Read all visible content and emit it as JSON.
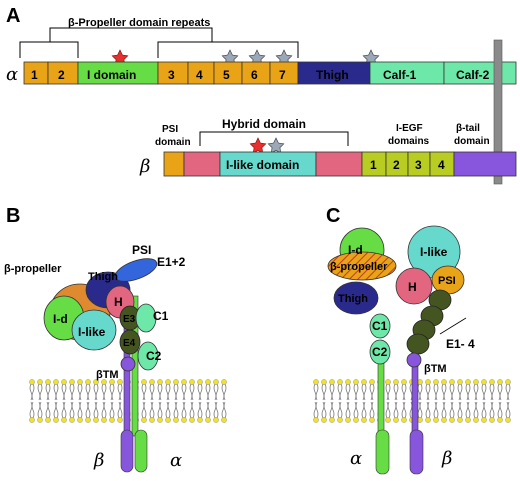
{
  "panels": {
    "a": "A",
    "b": "B",
    "c": "C"
  },
  "greek": {
    "alpha": "α",
    "beta": "β"
  },
  "panel_a": {
    "alpha_chain": {
      "bracket_label": "β-Propeller domain repeats",
      "segments": [
        "1",
        "2",
        "I domain",
        "3",
        "4",
        "5",
        "6",
        "7",
        "Thigh",
        "Calf-1",
        "Calf-2"
      ]
    },
    "beta_chain": {
      "psi_label_line1": "PSI",
      "psi_label_line2": "domain",
      "hybrid_label": "Hybrid domain",
      "iegf_label_line1": "I-EGF",
      "iegf_label_line2": "domains",
      "btail_label_line1": "β-tail",
      "btail_label_line2": "domain",
      "segments": [
        "I-like domain",
        "1",
        "2",
        "3",
        "4"
      ]
    }
  },
  "panel_b": {
    "labels": [
      "β-propeller",
      "Thigh",
      "PSI",
      "E1+2",
      "I-d",
      "I-like",
      "H",
      "E3",
      "E4",
      "C1",
      "C2",
      "βTM"
    ]
  },
  "panel_c": {
    "labels": [
      "I-d",
      "β-propeller",
      "I-like",
      "Thigh",
      "H",
      "PSI",
      "C1",
      "C2",
      "E1- 4",
      "βTM"
    ]
  },
  "colors": {
    "gold": "#e8a317",
    "lime": "#66dd44",
    "navy": "#2a2a8c",
    "mint": "#6ee8a8",
    "pink": "#e26680",
    "teal": "#66d8cc",
    "olive": "#b8cc22",
    "purple": "#8855dd",
    "grey": "#888888"
  }
}
